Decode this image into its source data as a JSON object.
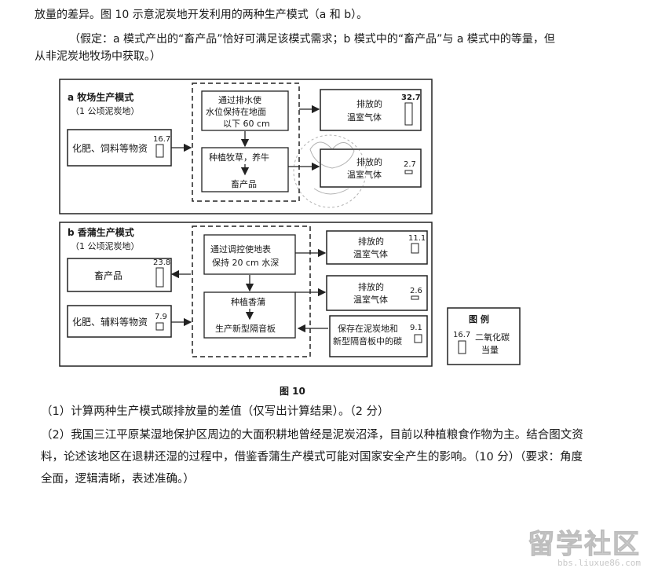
{
  "intro": {
    "line1": "放量的差异。图 10 示意泥炭地开发利用的两种生产模式（a 和 b）。",
    "assumption_line1": "（假定：a 模式产出的“畜产品”恰好可满足该模式需求；b 模式中的“畜产品”与 a 模式中的等量，但",
    "assumption_line2": "从非泥炭地牧场中获取。）"
  },
  "figure": {
    "caption": "图 10",
    "panel_a": {
      "title": "a  牧场生产模式",
      "subtitle": "（1 公顷泥炭地）",
      "input_box": "化肥、饲料等物资",
      "input_value": "16.7",
      "step1_line1": "通过排水使",
      "step1_line2": "水位保持在地面",
      "step1_line3": "以下 60 cm",
      "step2": "种植牧草，养牛",
      "product": "畜产品",
      "emission1_line1": "排放的",
      "emission1_line2": "温室气体",
      "emission1_value": "32.7",
      "emission2_line1": "排放的",
      "emission2_line2": "温室气体",
      "emission2_value": "2.7"
    },
    "panel_b": {
      "title": "b  香蒲生产模式",
      "subtitle": "（1 公顷泥炭地）",
      "product_box": "畜产品",
      "product_value": "23.8",
      "input_box": "化肥、辅料等物资",
      "input_value": "7.9",
      "step1_line1": "通过调控使地表",
      "step1_line2": "保持 20 cm 水深",
      "step2": "种植香蒲",
      "step3": "生产新型隔音板",
      "emission1_line1": "排放的",
      "emission1_line2": "温室气体",
      "emission1_value": "11.1",
      "emission2_line1": "排放的",
      "emission2_line2": "温室气体",
      "emission2_value": "2.6",
      "storage_line1": "保存在泥炭地和",
      "storage_line2": "新型隔音板中的碳",
      "storage_value": "9.1"
    },
    "legend": {
      "title": "图 例",
      "value": "16.7",
      "label_line1": "二氧化碳",
      "label_line2": "当量"
    }
  },
  "questions": {
    "q1": "（1）计算两种生产模式碳排放量的差值（仅写出计算结果）。（2 分）",
    "q2_line1": "（2）我国三江平原某湿地保护区周边的大面积耕地曾经是泥炭沼泽，目前以种植粮食作物为主。结合图文资",
    "q2_line2": "料，论述该地区在退耕还湿的过程中，借鉴香蒲生产模式可能对国家安全产生的影响。（10 分）（要求：角度",
    "q2_line3": "全面，逻辑清晰，表述准确。）"
  },
  "watermark": {
    "main": "留学社区",
    "url": "bbs.liuxue86.com"
  }
}
